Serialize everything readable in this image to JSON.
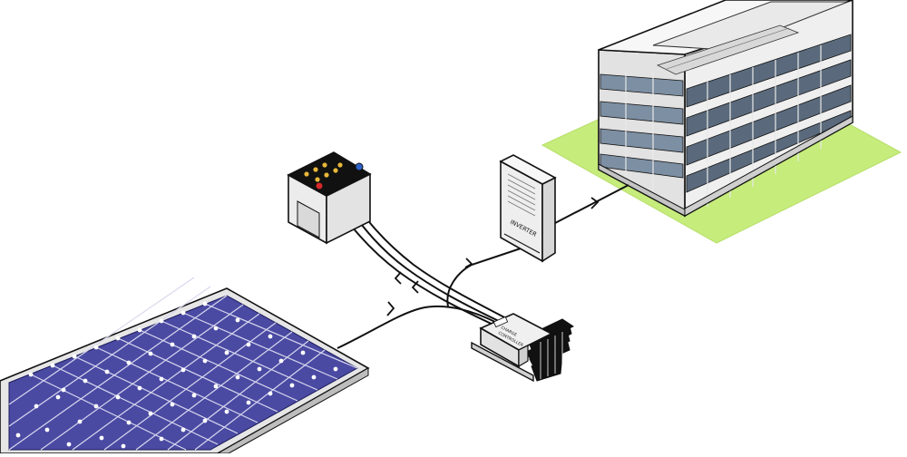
{
  "colors": {
    "background": "#ffffff",
    "wire": "#111111",
    "lawn": "#c6ec7c",
    "solar_cell": "#4a4aa3",
    "solar_frame": "#e6e6e6",
    "battery_top": "#111111",
    "battery_terminal_positive": "#d62828",
    "battery_terminal_negative": "#2e62c9",
    "building_wall": "#f0efef",
    "building_window": "#5a6a7c",
    "inverter_body": "#eeeeee",
    "controller_heatsink": "#111111"
  },
  "icons": {
    "solar_panel": "solar-panel-icon",
    "battery": "battery-icon",
    "inverter": "inverter-icon",
    "charge_controller": "charge-controller-icon",
    "building": "office-building-icon",
    "flow_arrow": "arrow-icon"
  },
  "labels": {
    "inverter": "INVERTER",
    "controller_line1": "CHARGE",
    "controller_line2": "CONTROLLER"
  }
}
